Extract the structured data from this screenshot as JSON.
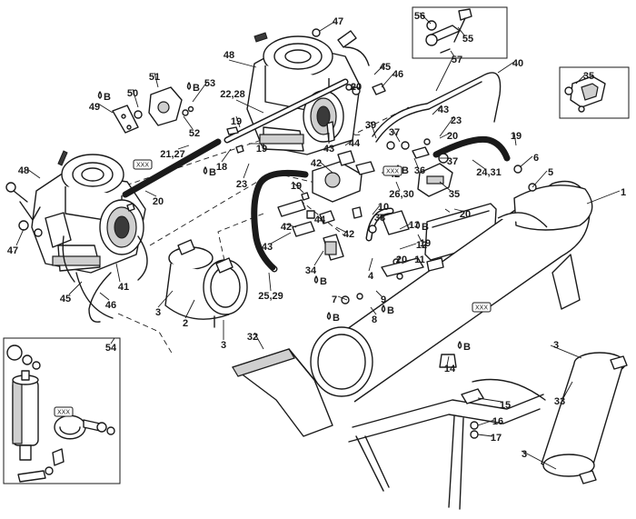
{
  "callouts": [
    {
      "text": "1"
    },
    {
      "text": "2"
    },
    {
      "text": "3"
    },
    {
      "text": "3"
    },
    {
      "text": "3"
    },
    {
      "text": "3"
    },
    {
      "text": "4"
    },
    {
      "text": "5"
    },
    {
      "text": "6"
    },
    {
      "text": "7"
    },
    {
      "text": "8"
    },
    {
      "text": "9"
    },
    {
      "text": "10"
    },
    {
      "text": "11"
    },
    {
      "text": "12"
    },
    {
      "text": "13"
    },
    {
      "text": "14"
    },
    {
      "text": "15"
    },
    {
      "text": "16"
    },
    {
      "text": "17"
    },
    {
      "text": "18"
    },
    {
      "text": "19"
    },
    {
      "text": "19"
    },
    {
      "text": "19"
    },
    {
      "text": "19"
    },
    {
      "text": "19"
    },
    {
      "text": "20"
    },
    {
      "text": "20"
    },
    {
      "text": "20"
    },
    {
      "text": "20"
    },
    {
      "text": "20"
    },
    {
      "text": "21,27"
    },
    {
      "text": "22,28"
    },
    {
      "text": "23"
    },
    {
      "text": "23"
    },
    {
      "text": "24,31"
    },
    {
      "text": "25,29"
    },
    {
      "text": "26,30"
    },
    {
      "text": "32"
    },
    {
      "text": "33"
    },
    {
      "text": "34"
    },
    {
      "text": "35"
    },
    {
      "text": "35"
    },
    {
      "text": "36"
    },
    {
      "text": "37"
    },
    {
      "text": "37"
    },
    {
      "text": "38"
    },
    {
      "text": "39"
    },
    {
      "text": "40"
    },
    {
      "text": "41"
    },
    {
      "text": "42"
    },
    {
      "text": "42"
    },
    {
      "text": "42"
    },
    {
      "text": "43"
    },
    {
      "text": "43"
    },
    {
      "text": "43"
    },
    {
      "text": "44"
    },
    {
      "text": "44"
    },
    {
      "text": "45"
    },
    {
      "text": "45"
    },
    {
      "text": "46"
    },
    {
      "text": "46"
    },
    {
      "text": "47"
    },
    {
      "text": "47"
    },
    {
      "text": "48"
    },
    {
      "text": "48"
    },
    {
      "text": "49"
    },
    {
      "text": "50"
    },
    {
      "text": "51"
    },
    {
      "text": "52"
    },
    {
      "text": "53"
    },
    {
      "text": "54"
    },
    {
      "text": "55"
    },
    {
      "text": "56"
    },
    {
      "text": "57"
    },
    {
      "text": "42"
    }
  ],
  "b_labels": [
    {
      "text": "B"
    },
    {
      "text": "B"
    },
    {
      "text": "B"
    },
    {
      "text": "B"
    },
    {
      "text": "B"
    },
    {
      "text": "B"
    },
    {
      "text": "B"
    },
    {
      "text": "B"
    },
    {
      "text": "B"
    }
  ],
  "xxx_tags": [
    {
      "text": "XXX"
    },
    {
      "text": "XXX"
    },
    {
      "text": "XXX"
    },
    {
      "text": "XXX"
    }
  ],
  "colors": {
    "ink": "#1a1a1a",
    "paper": "#ffffff",
    "shade": "#cfcfcf"
  }
}
